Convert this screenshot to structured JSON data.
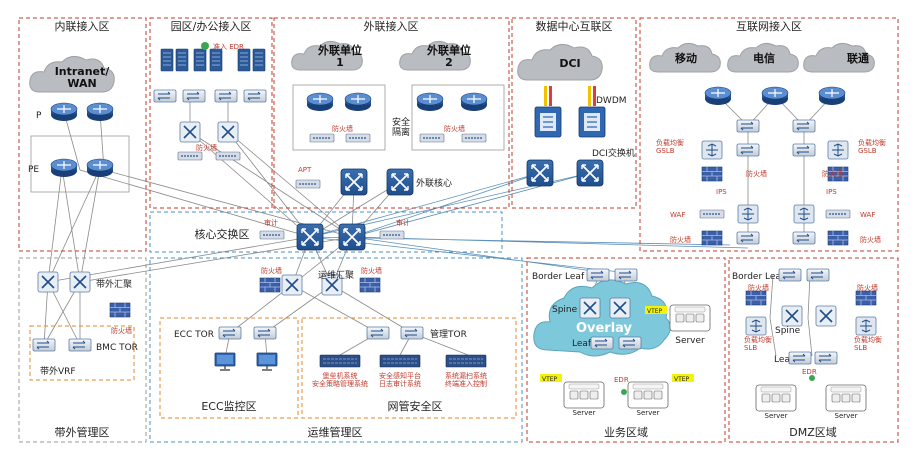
{
  "zones": {
    "intranet": "内联接入区",
    "office": "园区/办公接入区",
    "external": "外联接入区",
    "dci_zone": "数据中心互联区",
    "internet": "互联网接入区",
    "core": "核心交换区",
    "oob": "带外管理区",
    "ops": "运维管理区",
    "business": "业务区域",
    "dmz": "DMZ区域",
    "ecc": "ECC监控区",
    "netsec": "网管安全区"
  },
  "clouds": {
    "intranet_wan": "Intranet/\nWAN",
    "partner1": "外联单位\n1",
    "partner2": "外联单位\n2",
    "dci": "DCI",
    "mobile": "移动",
    "telecom": "电信",
    "unicom": "联通"
  },
  "labels": {
    "p": "P",
    "pe": "PE",
    "access_edr": "准入 EDR",
    "firewall": "防火墙",
    "security_isolation": "安全\n隔离",
    "apt": "APT",
    "external_core": "外联核心",
    "dwdm": "DWDM",
    "dci_switch": "DCI交换机",
    "lb_gslb": "负载均衡\nGSLB",
    "ips": "IPS",
    "waf": "WAF",
    "audit": "审计",
    "oob_aggregation": "带外汇聚",
    "bmc_tor": "BMC TOR",
    "oob_vrf": "带外VRF",
    "ops_aggregation": "运维汇聚",
    "ecc_tor": "ECC TOR",
    "mgmt_tor": "管理TOR",
    "bastion": "堡垒机系统\n安全策略管理系统",
    "sec_platform": "安全感知平台\n日志审计系统",
    "vuln_scan": "系统漏扫系统\n终端准入控制",
    "border_leaf": "Border Leaf",
    "spine": "Spine",
    "leaf": "Leaf",
    "overlay": "Overlay",
    "vtep": "VTEP",
    "server": "Server",
    "edr": "EDR",
    "lb_slb": "负载均衡\nSLB"
  },
  "colors": {
    "zone_red": "#c0392b",
    "zone_blue": "#4a90c2",
    "zone_orange": "#e08a2c",
    "overlay_cloud": "#7ec8dc",
    "firewall": "#3b5fa8",
    "vtep": "#f2f20a"
  }
}
